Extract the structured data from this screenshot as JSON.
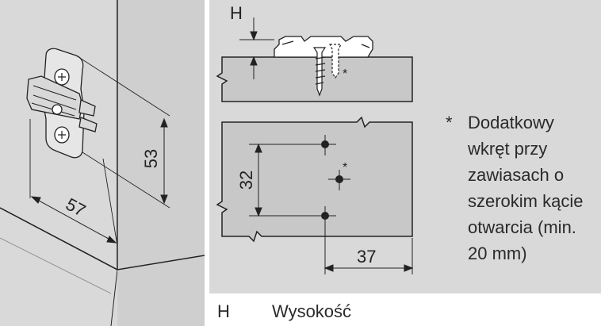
{
  "dimensions": {
    "left_width": "57",
    "left_height": "53",
    "height_marker": "H",
    "hole_spacing": "32",
    "edge_distance": "37"
  },
  "markers": {
    "asterisk_top": "*",
    "asterisk_plate": "*"
  },
  "note": {
    "symbol": "*",
    "text": "Dodatkowy wkręt przy zawiasach o szerokim kącie otwarcia (min. 20 mm)"
  },
  "legend": {
    "key": "H",
    "value": "Wysokość"
  },
  "colors": {
    "panel_gray": "#d9d9d9",
    "board_gray": "#c8c8c8",
    "line": "#222222"
  }
}
